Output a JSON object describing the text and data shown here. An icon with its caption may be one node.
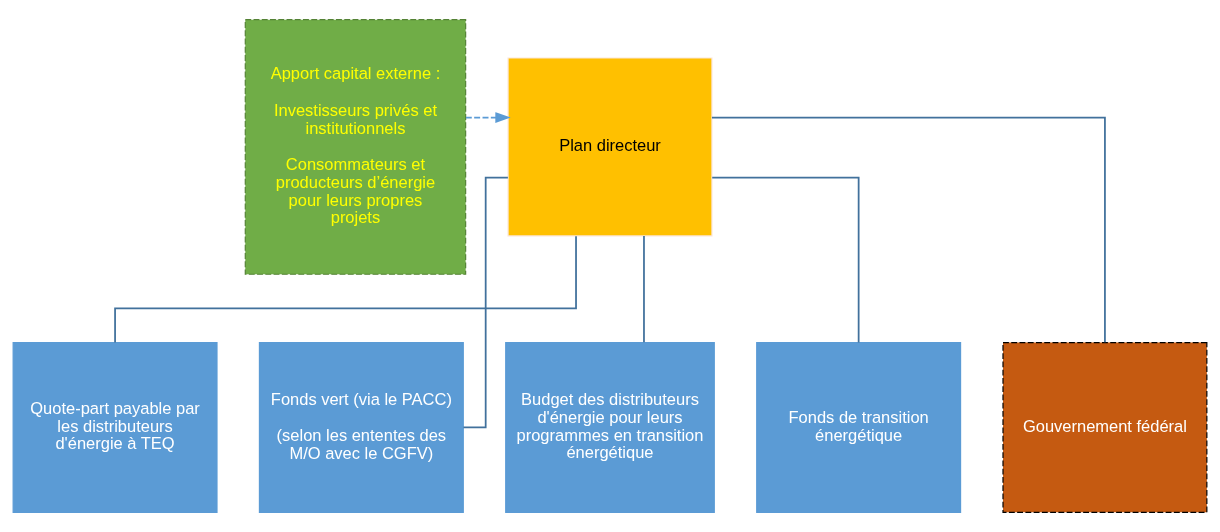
{
  "diagram": {
    "nodes": [
      {
        "text": [
          "Apport capital externe :",
          "Investisseurs privés et institutionnels",
          "Consommateurs et producteurs d’énergie pour leurs propres projets"
        ]
      },
      {
        "text": [
          "Plan directeur"
        ]
      },
      {
        "text": [
          "Quote-part payable par les distributeurs d'énergie à TEQ"
        ]
      },
      {
        "text": [
          "Fonds vert (via le PACC)",
          "(selon les ententes des M/O avec le CGFV)"
        ]
      },
      {
        "text": [
          "Budget des distributeurs d'énergie pour leurs programmes en transition énergétique"
        ]
      },
      {
        "text": [
          "Fonds de transition énergétique"
        ]
      },
      {
        "text": [
          "Gouvernement fédéral"
        ]
      }
    ],
    "edges": [
      {
        "from": 0,
        "to": 1,
        "arrow": "to",
        "style": "dashed",
        "color": "#5b9bd5"
      },
      {
        "from": 1,
        "to": 2,
        "arrow": "none"
      },
      {
        "from": 1,
        "to": 3,
        "arrow": "none"
      },
      {
        "from": 1,
        "to": 4,
        "arrow": "none"
      },
      {
        "from": 1,
        "to": 5,
        "arrow": "none"
      },
      {
        "from": 1,
        "to": 6,
        "arrow": "none"
      }
    ]
  }
}
